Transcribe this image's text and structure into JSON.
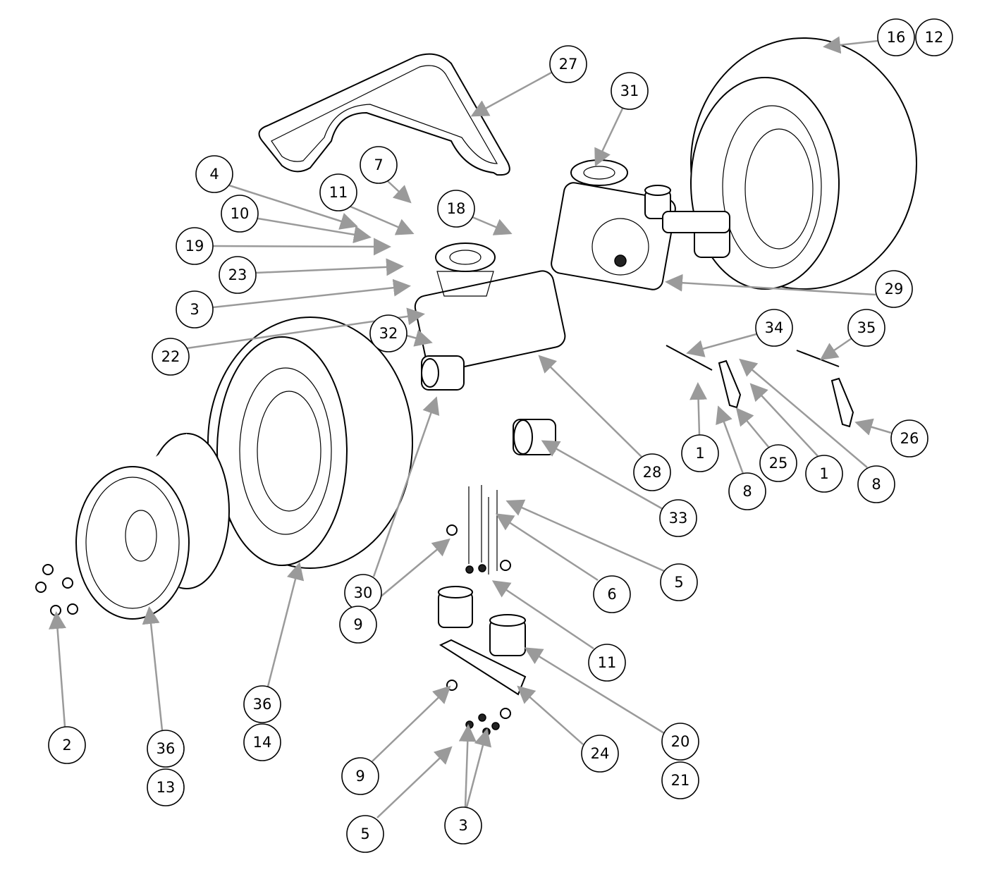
{
  "diagram": {
    "title": "Transaxle and wheel assembly exploded view",
    "callouts": {
      "c16": "16",
      "c12": "12",
      "c27": "27",
      "c31": "31",
      "c7": "7",
      "c4": "4",
      "c11a": "11",
      "c18": "18",
      "c10": "10",
      "c19": "19",
      "c23": "23",
      "c3a": "3",
      "c29": "29",
      "c34": "34",
      "c35": "35",
      "c32": "32",
      "c22": "22",
      "c26": "26",
      "c1a": "1",
      "c25": "25",
      "c28": "28",
      "c1b": "1",
      "c8a": "8",
      "c8b": "8",
      "c33": "33",
      "c5a": "5",
      "c6": "6",
      "c30": "30",
      "c9a": "9",
      "c11b": "11",
      "c36a": "36",
      "c14": "14",
      "c20": "20",
      "c21": "21",
      "c2": "2",
      "c36b": "36",
      "c13": "13",
      "c24": "24",
      "c9b": "9",
      "c3b": "3",
      "c5b": "5"
    }
  }
}
